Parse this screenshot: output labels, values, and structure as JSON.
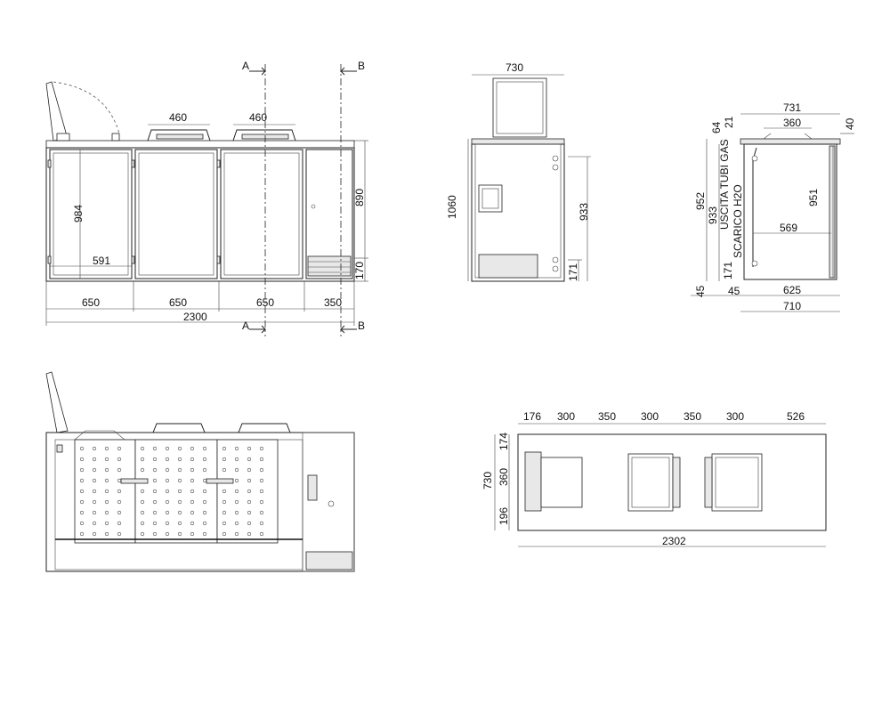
{
  "front_view": {
    "dim_top_left": "460",
    "dim_top_right": "460",
    "dim_height_total": "890",
    "dim_height_base": "170",
    "dim_inner_height": "984",
    "dim_inner_width": "591",
    "dim_bottom_1": "650",
    "dim_bottom_2": "650",
    "dim_bottom_3": "650",
    "dim_bottom_4": "350",
    "dim_total": "2300",
    "section_a_top": "A",
    "section_a_bottom": "A",
    "section_b_top": "B",
    "section_b_bottom": "B"
  },
  "section_a_view": {
    "dim_width": "730",
    "dim_height": "1060",
    "dim_inner": "933",
    "dim_base": "171"
  },
  "section_b_view": {
    "dim_top_total": "731",
    "dim_top_inner": "360",
    "dim_top_64": "64",
    "dim_top_21": "21",
    "dim_top_40": "40",
    "dim_left_952": "952",
    "dim_left_933": "933",
    "dim_right_951": "951",
    "dim_mid_569": "569",
    "dim_left_171": "171",
    "dim_bottom_45_a": "45",
    "dim_bottom_45_b": "45",
    "dim_bottom_625": "625",
    "dim_bottom_710": "710",
    "label_gas": "USCITA TUBI GAS",
    "label_water": "SCARICO H2O"
  },
  "plan_view": {
    "dim_top": [
      "176",
      "300",
      "350",
      "300",
      "350",
      "300",
      "526"
    ],
    "dim_left_total": "730",
    "dim_left_174": "174",
    "dim_left_360": "360",
    "dim_left_196": "196",
    "dim_total": "2302"
  }
}
